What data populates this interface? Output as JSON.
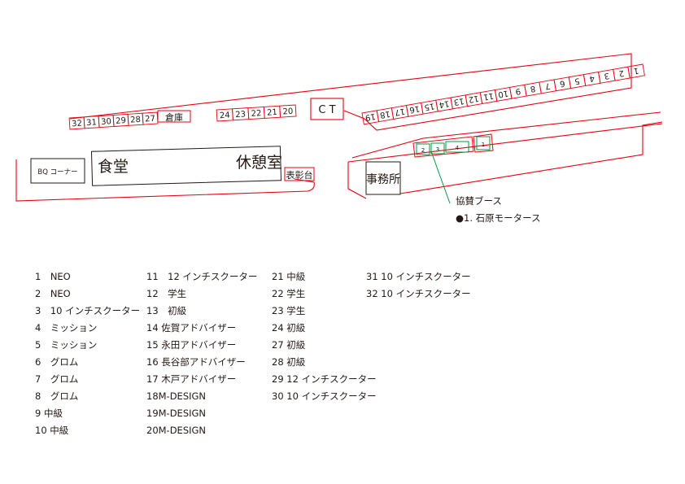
{
  "map": {
    "top_stalls": [
      "1",
      "2",
      "3",
      "4",
      "5",
      "6",
      "7",
      "8",
      "9",
      "10",
      "11",
      "12",
      "13",
      "14",
      "15",
      "16",
      "17",
      "18",
      "19"
    ],
    "left_stalls": [
      "32",
      "31",
      "30",
      "29",
      "28",
      "27"
    ],
    "warehouse": "倉庫",
    "mid_stalls": [
      "24",
      "23",
      "22",
      "21",
      "20"
    ],
    "ct": "C T",
    "bq": "BQ コーナー",
    "cafeteria": "食堂",
    "lounge": "休憩室",
    "podium": "表彰台",
    "office": "事務所",
    "sponsor_booths": [
      "2",
      "3",
      "4",
      "1"
    ],
    "sponsor_label": "協賛ブース",
    "sponsor_entry": "●1. 石原モータース"
  },
  "legend": {
    "col1": [
      "1　NEO",
      "2　NEO",
      "3　10 インチスクーター",
      "4　ミッション",
      "5　ミッション",
      "6　グロム",
      "7　グロム",
      "8　グロム",
      "9  中級",
      "10 中級"
    ],
    "col2": [
      "11　12 インチスクーター",
      "12　学生",
      "13　初級",
      "14 佐賀アドバイザー",
      "15 永田アドバイザー",
      "16 長谷部アドバイザー",
      "17 木戸アドバイザー",
      "18M-DESIGN",
      "19M-DESIGN",
      "20M-DESIGN"
    ],
    "col3": [
      "21 中級",
      "22 学生",
      "23 学生",
      "24 初級",
      "27 初級",
      "28 初級",
      "29 12 インチスクーター",
      "30 10 インチスクーター"
    ],
    "col4": [
      "31 10 インチスクーター",
      "32 10 インチスクーター"
    ]
  },
  "colors": {
    "track": "#e60012",
    "booth": "#009944",
    "ink": "#231815"
  }
}
